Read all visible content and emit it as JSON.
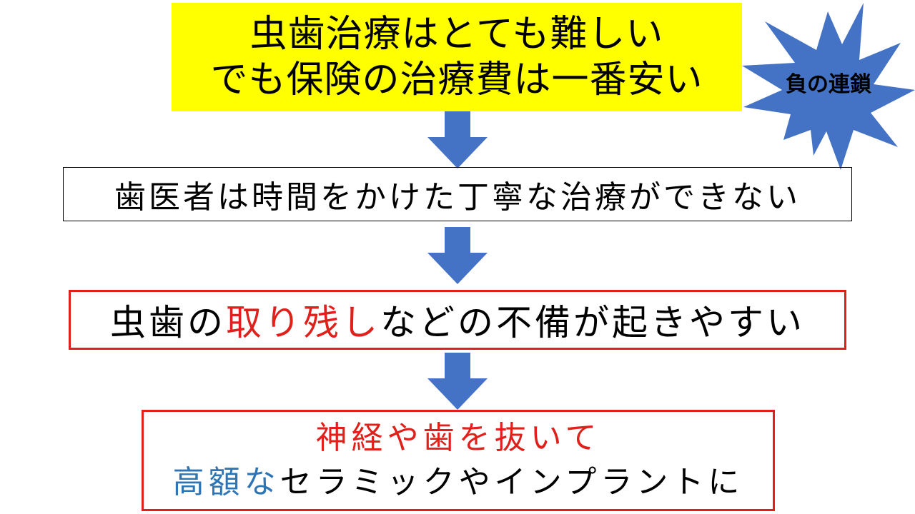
{
  "colors": {
    "highlight": "#ffff00",
    "arrow": "#4472c4",
    "emphasis_red": "#e0201b",
    "emphasis_blue": "#2e75b6",
    "burst": "#4472c4"
  },
  "top": {
    "line1": "虫歯治療はとても難しい",
    "line2": "でも保険の治療費は一番安い"
  },
  "badge": {
    "label": "負の連鎖"
  },
  "step2": {
    "text": "歯医者は時間をかけた丁寧な治療ができない"
  },
  "step3": {
    "before": "虫歯の",
    "highlight": "取り残し",
    "after": "などの不備が起きやすい"
  },
  "step4": {
    "line1": "神経や歯を抜いて",
    "line2_highlight": "高額な",
    "line2_rest": "セラミックやインプラントに"
  }
}
